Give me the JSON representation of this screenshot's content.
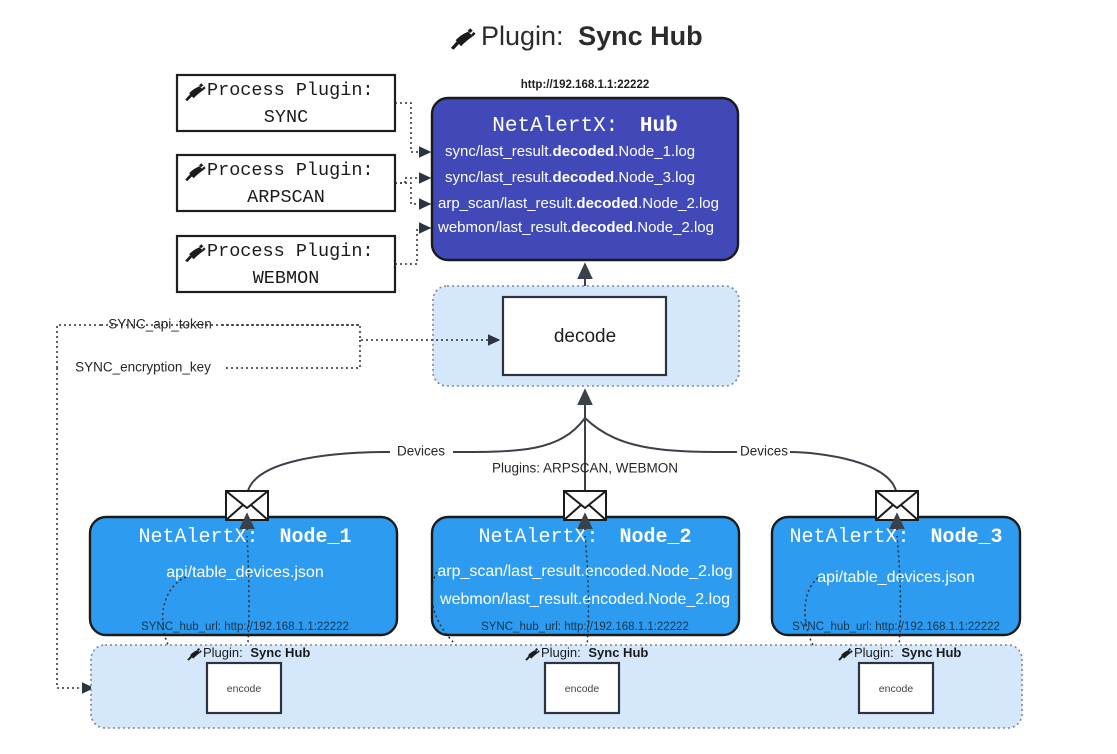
{
  "title": {
    "icon": "plug-icon",
    "prefix": "Plugin:",
    "name": "Sync Hub"
  },
  "process_plugins": [
    {
      "icon": "plug-icon",
      "line1": "Process Plugin:",
      "line2": "SYNC"
    },
    {
      "icon": "plug-icon",
      "line1": "Process Plugin:",
      "line2": "ARPSCAN"
    },
    {
      "icon": "plug-icon",
      "line1": "Process Plugin:",
      "line2": "WEBMON"
    }
  ],
  "hub": {
    "url": "http://192.168.1.1:22222",
    "title_prefix": "NetAlertX:",
    "title_name": "Hub",
    "logs": [
      {
        "pre": "sync/last_result.",
        "em": "decoded",
        "post": ".Node_1.log"
      },
      {
        "pre": "sync/last_result.",
        "em": "decoded",
        "post": ".Node_3.log"
      },
      {
        "pre": "arp_scan/last_result.",
        "em": "decoded",
        "post": ".Node_2.log"
      },
      {
        "pre": "webmon/last_result.",
        "em": "decoded",
        "post": ".Node_2.log"
      }
    ]
  },
  "decode": {
    "label": "decode"
  },
  "settings": [
    {
      "label": "SYNC_api_token"
    },
    {
      "label": "SYNC_encryption_key"
    }
  ],
  "edge_labels": {
    "devices_left": "Devices",
    "devices_right": "Devices",
    "plugins_center": "Plugins: ARPSCAN, WEBMON"
  },
  "nodes": [
    {
      "title_prefix": "NetAlertX:",
      "title_name": "Node_1",
      "files": [
        "api/table_devices.json"
      ],
      "setting": "SYNC_hub_url: http://192.168.1.1:22222",
      "icon": "envelope-icon"
    },
    {
      "title_prefix": "NetAlertX:",
      "title_name": "Node_2",
      "files": [
        "arp_scan/last_result.encoded.Node_2.log",
        "webmon/last_result.encoded.Node_2.log"
      ],
      "setting": "SYNC_hub_url: http://192.168.1.1:22222",
      "icon": "envelope-icon"
    },
    {
      "title_prefix": "NetAlertX:",
      "title_name": "Node_3",
      "files": [
        "api/table_devices.json"
      ],
      "setting": "SYNC_hub_url: http://192.168.1.1:22222",
      "icon": "envelope-icon"
    }
  ],
  "encoders": [
    {
      "plugin_prefix": "Plugin:",
      "plugin_name": "Sync Hub",
      "label": "encode",
      "icon": "plug-icon"
    },
    {
      "plugin_prefix": "Plugin:",
      "plugin_name": "Sync Hub",
      "label": "encode",
      "icon": "plug-icon"
    },
    {
      "plugin_prefix": "Plugin:",
      "plugin_name": "Sync Hub",
      "label": "encode",
      "icon": "plug-icon"
    }
  ],
  "colors": {
    "hub": "#4149b8",
    "node": "#2d9cf0",
    "panel": "#d5e8fb",
    "stroke": "#1b1b1b"
  }
}
